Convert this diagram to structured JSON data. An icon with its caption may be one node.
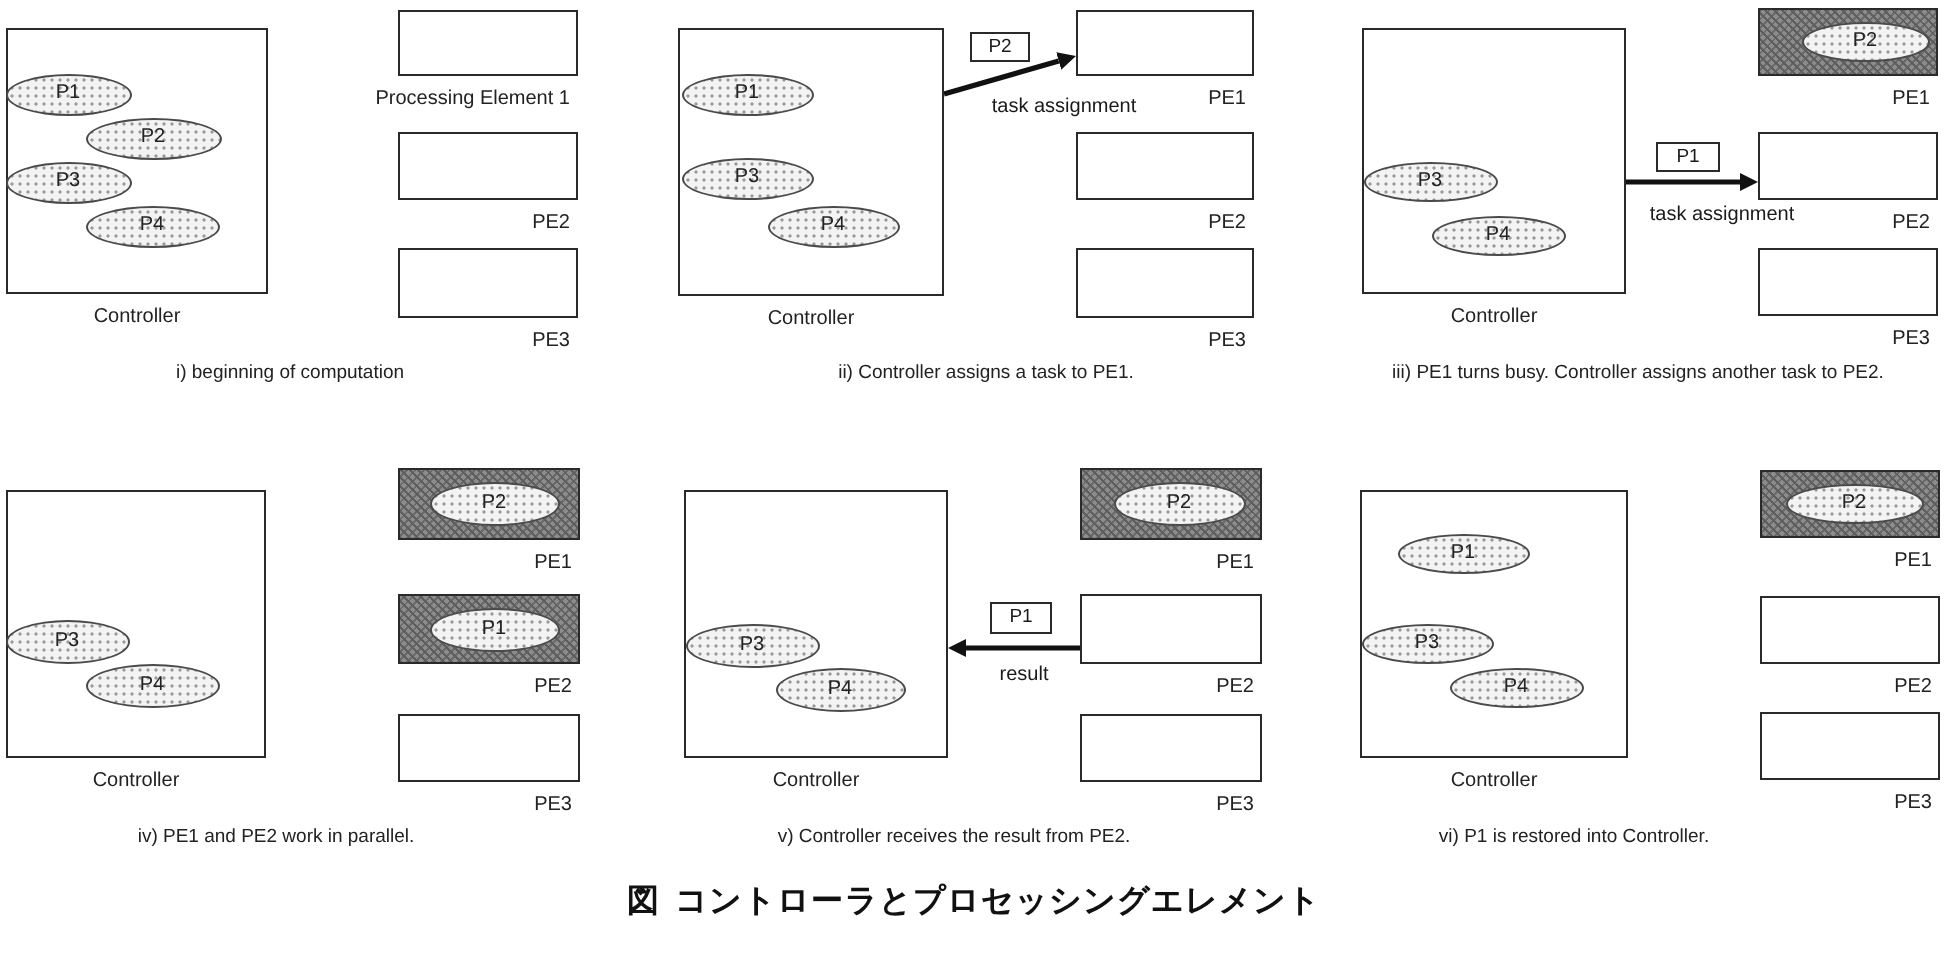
{
  "diagram": {
    "caption": "図 コントローラとプロセッシングエレメント",
    "nodes": [
      {
        "text": [],
        "shape": "box",
        "beside": [
          "Controller"
        ]
      },
      {
        "text": [
          "P1"
        ],
        "in": 0
      },
      {
        "text": [
          "P2"
        ],
        "in": 0
      },
      {
        "text": [
          "P3"
        ],
        "in": 0
      },
      {
        "text": [
          "P4"
        ],
        "in": 0
      },
      {
        "text": [],
        "shape": "box",
        "beside": [
          "Processing Element 1"
        ]
      },
      {
        "text": [],
        "shape": "box",
        "beside": [
          "PE2"
        ]
      },
      {
        "text": [],
        "shape": "box",
        "beside": [
          "PE3"
        ]
      },
      {
        "text": [],
        "shape": "box",
        "beside": [
          "Controller"
        ]
      },
      {
        "text": [
          "P1"
        ],
        "in": 8
      },
      {
        "text": [
          "P3"
        ],
        "in": 8
      },
      {
        "text": [
          "P4"
        ],
        "in": 8
      },
      {
        "text": [
          "P2"
        ]
      },
      {
        "text": [],
        "shape": "box",
        "beside": [
          "PE1"
        ]
      },
      {
        "text": [],
        "shape": "box",
        "beside": [
          "PE2"
        ]
      },
      {
        "text": [],
        "shape": "box",
        "beside": [
          "PE3"
        ]
      },
      {
        "text": [],
        "shape": "box",
        "beside": [
          "Controller"
        ]
      },
      {
        "text": [
          "P3"
        ],
        "in": 16
      },
      {
        "text": [
          "P4"
        ],
        "in": 16
      },
      {
        "text": [],
        "shape": "box",
        "beside": [
          "PE1"
        ]
      },
      {
        "text": [
          "P2"
        ],
        "in": 19
      },
      {
        "text": [
          "P1"
        ]
      },
      {
        "text": [],
        "shape": "box",
        "beside": [
          "PE2"
        ]
      },
      {
        "text": [],
        "shape": "box",
        "beside": [
          "PE3"
        ]
      },
      {
        "text": [],
        "shape": "box",
        "beside": [
          "Controller"
        ]
      },
      {
        "text": [
          "P3"
        ],
        "in": 24
      },
      {
        "text": [
          "P4"
        ],
        "in": 24
      },
      {
        "text": [],
        "shape": "box",
        "beside": [
          "PE1"
        ]
      },
      {
        "text": [
          "P2"
        ],
        "in": 27
      },
      {
        "text": [],
        "shape": "box",
        "beside": [
          "PE2"
        ]
      },
      {
        "text": [
          "P1"
        ],
        "in": 29
      },
      {
        "text": [],
        "shape": "box",
        "beside": [
          "PE3"
        ]
      },
      {
        "text": [],
        "shape": "box",
        "beside": [
          "Controller"
        ]
      },
      {
        "text": [
          "P3"
        ],
        "in": 32
      },
      {
        "text": [
          "P4"
        ],
        "in": 32
      },
      {
        "text": [],
        "shape": "box",
        "beside": [
          "PE1"
        ]
      },
      {
        "text": [
          "P2"
        ],
        "in": 35
      },
      {
        "text": [
          "P1"
        ]
      },
      {
        "text": [],
        "shape": "box",
        "beside": [
          "PE2"
        ]
      },
      {
        "text": [],
        "shape": "box",
        "beside": [
          "PE3"
        ]
      },
      {
        "text": [],
        "shape": "box",
        "beside": [
          "Controller"
        ]
      },
      {
        "text": [
          "P1"
        ],
        "in": 40
      },
      {
        "text": [
          "P3"
        ],
        "in": 40
      },
      {
        "text": [
          "P4"
        ],
        "in": 40
      },
      {
        "text": [],
        "shape": "box",
        "beside": [
          "PE1"
        ]
      },
      {
        "text": [
          "P2"
        ],
        "in": 44
      },
      {
        "text": [],
        "shape": "box",
        "beside": [
          "PE2"
        ]
      },
      {
        "text": [],
        "shape": "box",
        "beside": [
          "PE3"
        ]
      }
    ],
    "edges": [
      {
        "from": 8,
        "to": 13,
        "arrow": "to",
        "label": "task assignment"
      },
      {
        "from": 16,
        "to": 22,
        "arrow": "to",
        "label": "task assignment"
      },
      {
        "from": 38,
        "to": 32,
        "arrow": "to",
        "label": "result"
      }
    ],
    "labels": [
      "i) beginning of computation",
      "ii) Controller assigns a task to PE1.",
      "iii) PE1 turns busy. Controller assigns another task to PE2.",
      "iv) PE1 and PE2 work in parallel.",
      "v) Controller receives the result from PE2.",
      "vi) P1 is restored into Controller."
    ]
  }
}
